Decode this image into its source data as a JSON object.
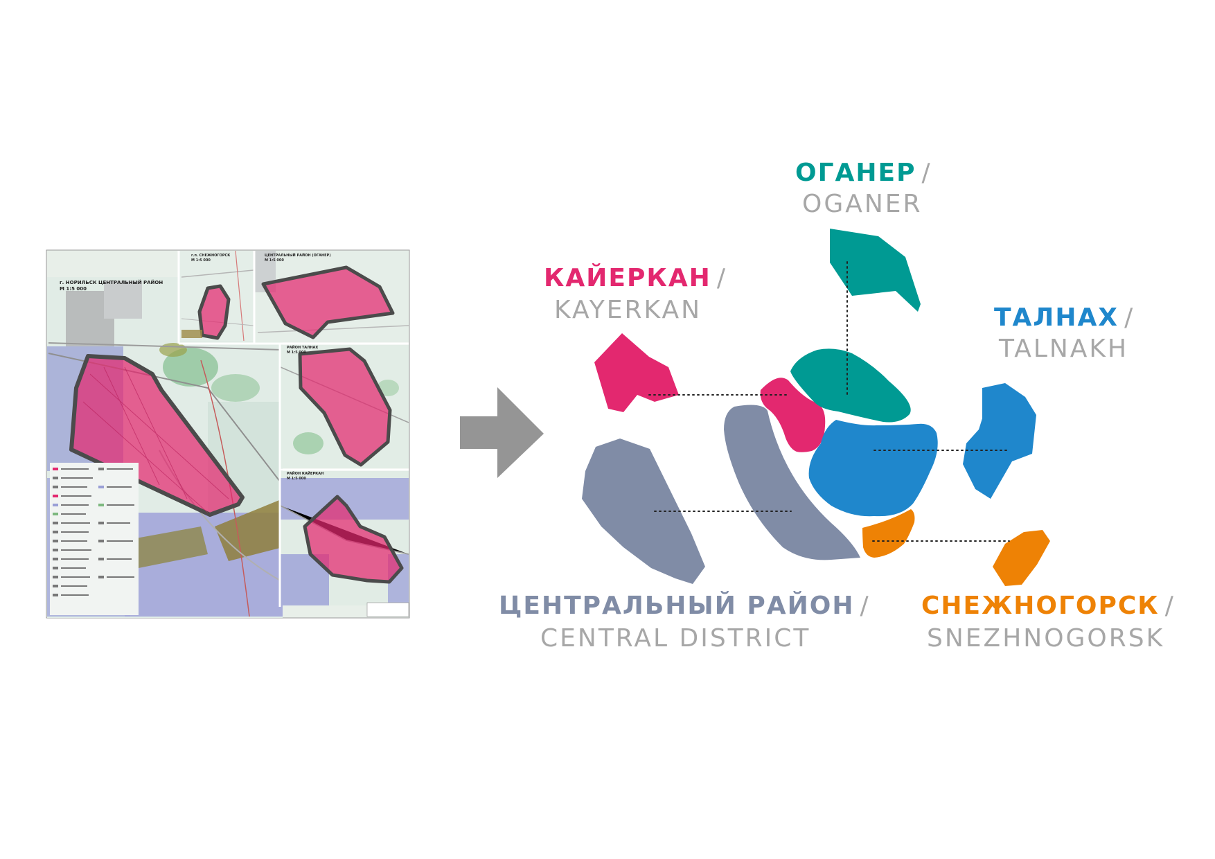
{
  "colors": {
    "kayerkan": "#e3286f",
    "oganer": "#009a93",
    "talnakh": "#1f87cc",
    "central": "#808ca6",
    "snezhnogorsk": "#ee8205",
    "gray_text": "#a7a7a7",
    "arrow": "#959595",
    "outline": "#4b4b4b",
    "connector": "#222222"
  },
  "arrow_icon": "right-arrow-icon",
  "map_sheet": {
    "panels": [
      {
        "id": "main",
        "caption": "г. НОРИЛЬСК ЦЕНТРАЛЬНЫЙ РАЙОН",
        "scale": "М 1:5 000"
      },
      {
        "id": "snezhnogorsk",
        "caption": "г.п. СНЕЖНОГОРСК",
        "scale": "М 1:5 000"
      },
      {
        "id": "oganer",
        "caption": "ЦЕНТРАЛЬНЫЙ РАЙОН (ОГАНЕР)",
        "scale": "М 1:5 000"
      },
      {
        "id": "talnakh",
        "caption": "РАЙОН ТАЛНАХ",
        "scale": "М 1:5 000"
      },
      {
        "id": "kayerkan",
        "caption": "РАЙОН КАЙЕРКАН",
        "scale": "М 1:5 000"
      }
    ]
  },
  "districts": [
    {
      "id": "oganer",
      "name_ru": "ОГАНЕР",
      "slash": "/",
      "name_en": "OGANER"
    },
    {
      "id": "kayerkan",
      "name_ru": "КАЙЕРКАН",
      "slash": "/",
      "name_en": "KAYERKAN"
    },
    {
      "id": "talnakh",
      "name_ru": "ТАЛНАХ",
      "slash": "/",
      "name_en": "TALNAKH"
    },
    {
      "id": "central",
      "name_ru": "ЦЕНТРАЛЬНЫЙ РАЙОН",
      "slash": "/",
      "name_en": "CENTRAL DISTRICT"
    },
    {
      "id": "snezhnogorsk",
      "name_ru": "СНЕЖНОГОРСК",
      "slash": "/",
      "name_en": "SNEZHNOGORSK"
    }
  ]
}
